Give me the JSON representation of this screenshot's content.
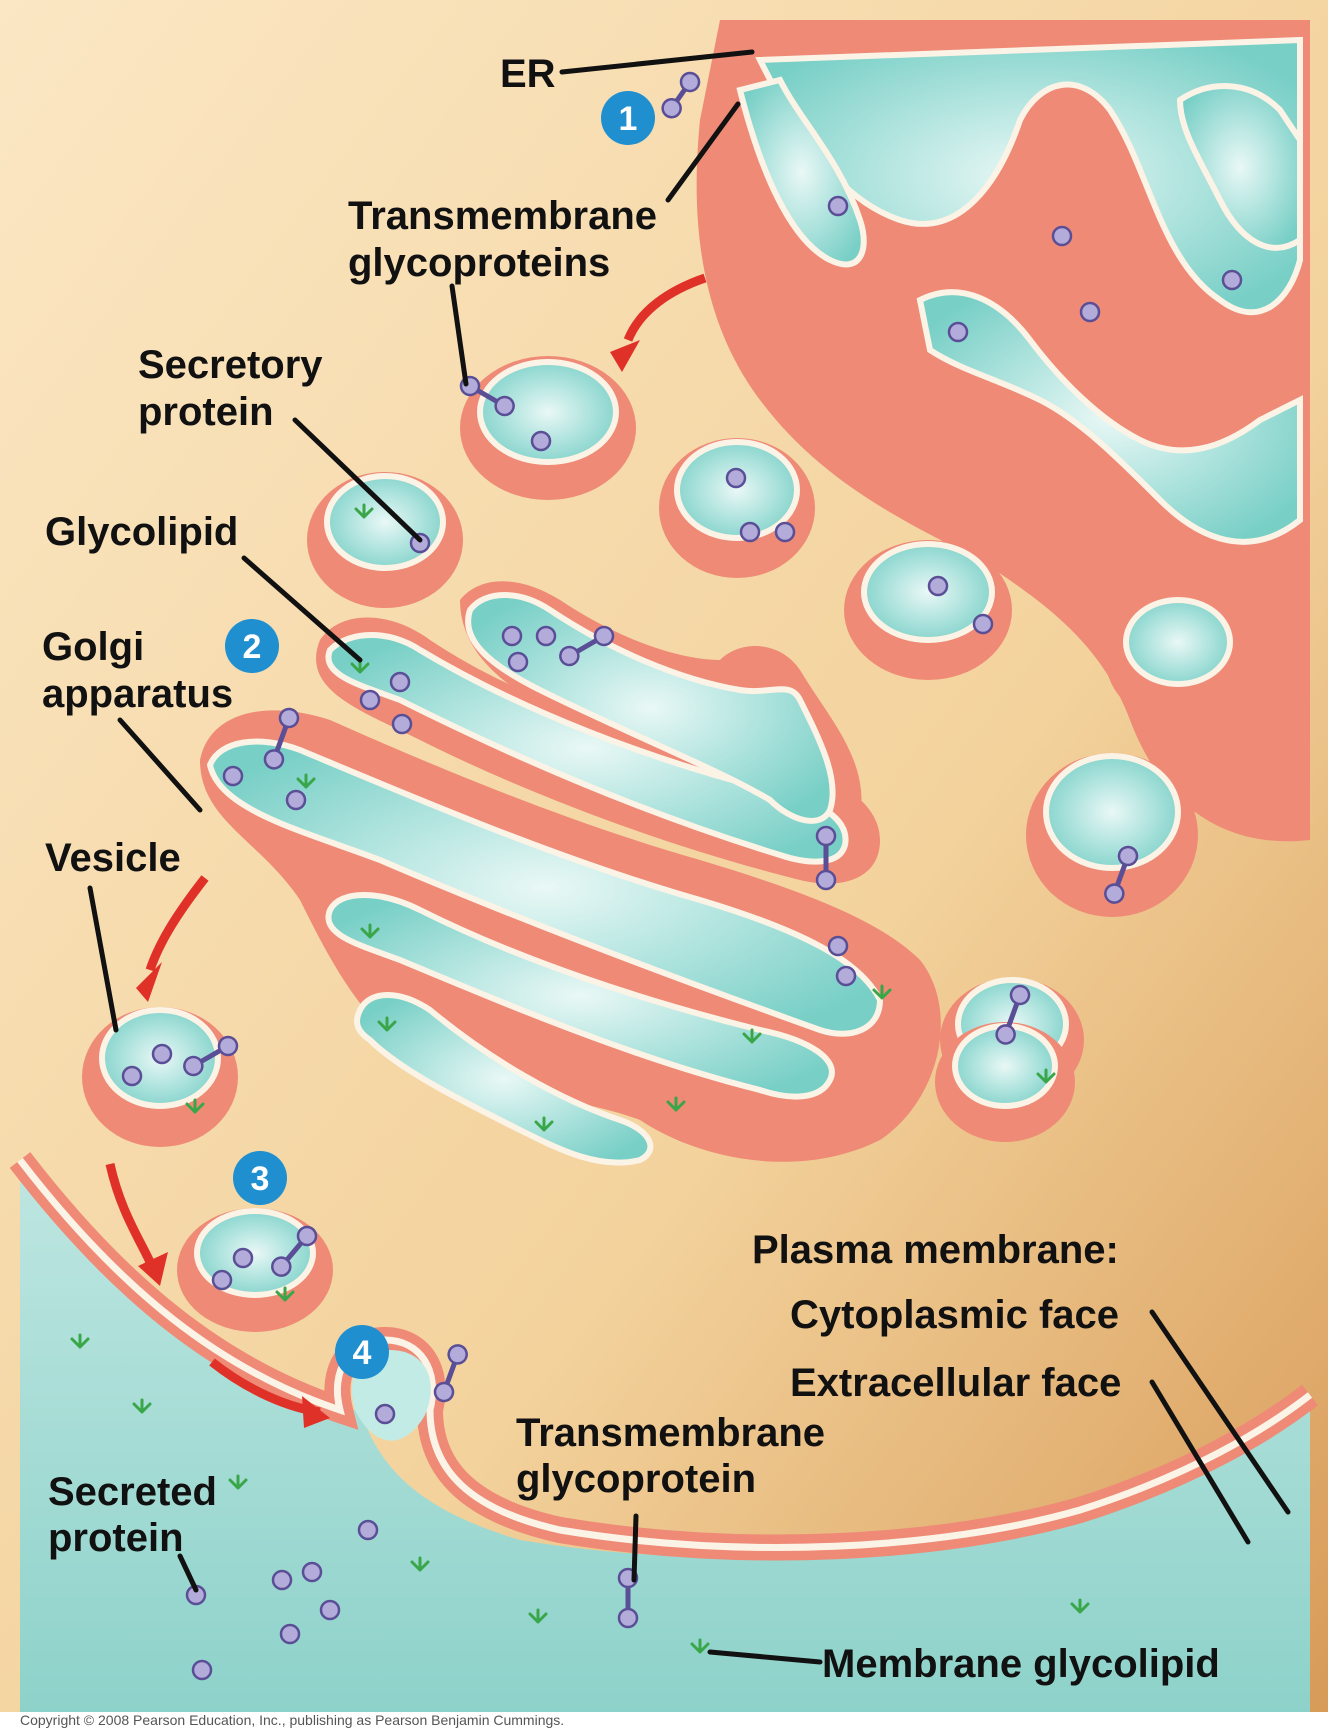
{
  "labels": {
    "er": "ER",
    "transmembrane_glycoproteins": [
      "Transmembrane",
      "glycoproteins"
    ],
    "secretory_protein": [
      "Secretory",
      "protein"
    ],
    "glycolipid": "Glycolipid",
    "golgi_apparatus": [
      "Golgi",
      "apparatus"
    ],
    "vesicle": "Vesicle",
    "plasma_membrane": "Plasma membrane:",
    "cytoplasmic_face": "Cytoplasmic face",
    "extracellular_face": "Extracellular face",
    "transmembrane_glycoprotein": [
      "Transmembrane",
      "glycoprotein"
    ],
    "secreted_protein": [
      "Secreted",
      "protein"
    ],
    "membrane_glycolipid": "Membrane glycolipid"
  },
  "steps": [
    "1",
    "2",
    "3",
    "4"
  ],
  "copyright": "Copyright © 2008 Pearson Education, Inc., publishing as Pearson Benjamin Cummings.",
  "colors": {
    "cytoplasm": "#f6dcae",
    "extracellular": "#a9dcd6",
    "membrane": "#ee8a76",
    "lumen": "#8fd6cf",
    "protein": "#b3acda",
    "sugar": "#3aa64a",
    "arrow": "#e03128",
    "step_badge": "#1f8fd0"
  }
}
